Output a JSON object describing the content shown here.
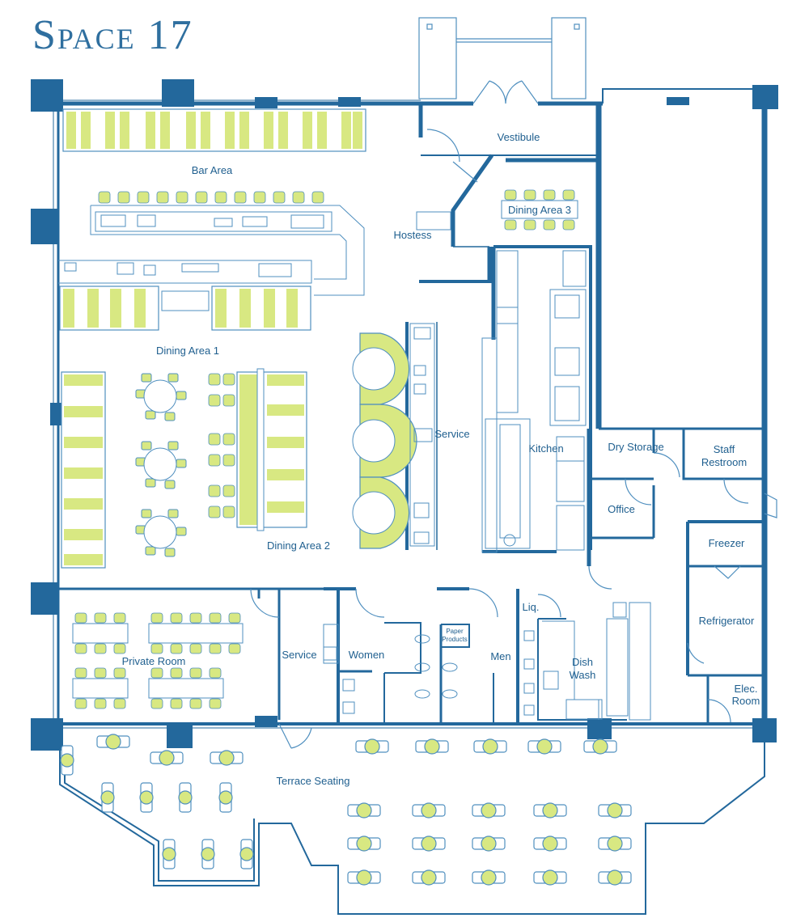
{
  "title": "Space 17",
  "colors": {
    "wall": "#23689c",
    "line": "#4f8fbf",
    "seat": "#d8e882",
    "text": "#1f5f8f"
  },
  "labels": {
    "vestibule": "Vestibule",
    "bar_area": "Bar Area",
    "hostess": "Hostess",
    "dining_area_3": "Dining Area 3",
    "dining_area_1": "Dining Area 1",
    "service_main": "Service",
    "kitchen": "Kitchen",
    "dry_storage": "Dry Storage",
    "staff_restroom_1": "Staff",
    "staff_restroom_2": "Restroom",
    "office": "Office",
    "dining_area_2": "Dining Area 2",
    "freezer": "Freezer",
    "refrigerator": "Refrigerator",
    "liq": "Liq.",
    "paper_products_1": "Paper",
    "paper_products_2": "Products",
    "private_room": "Private Room",
    "service_small": "Service",
    "women": "Women",
    "men": "Men",
    "dish_wash_1": "Dish",
    "dish_wash_2": "Wash",
    "elec_room_1": "Elec.",
    "elec_room_2": "Room",
    "terrace_seating": "Terrace Seating"
  }
}
